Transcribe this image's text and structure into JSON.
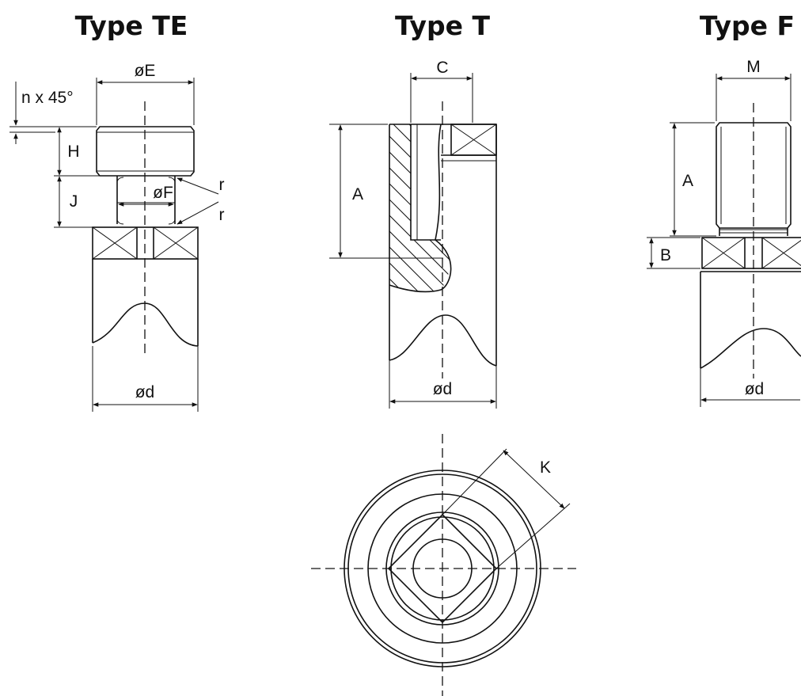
{
  "titles": {
    "type_te": "Type TE",
    "type_t": "Type T",
    "type_f": "Type F"
  },
  "labels": {
    "te_chamfer": "n x 45°",
    "te_dia_e": "øE",
    "te_h": "H",
    "te_j": "J",
    "te_dia_f": "øF",
    "te_r1": "r",
    "te_r2": "r",
    "te_dia_d": "ød",
    "t_c": "C",
    "t_a": "A",
    "t_dia_d": "ød",
    "f_m": "M",
    "f_a": "A",
    "f_b": "B",
    "f_dia_d": "ød",
    "k": "K"
  },
  "colors": {
    "line": "#111111",
    "background": "#ffffff"
  }
}
